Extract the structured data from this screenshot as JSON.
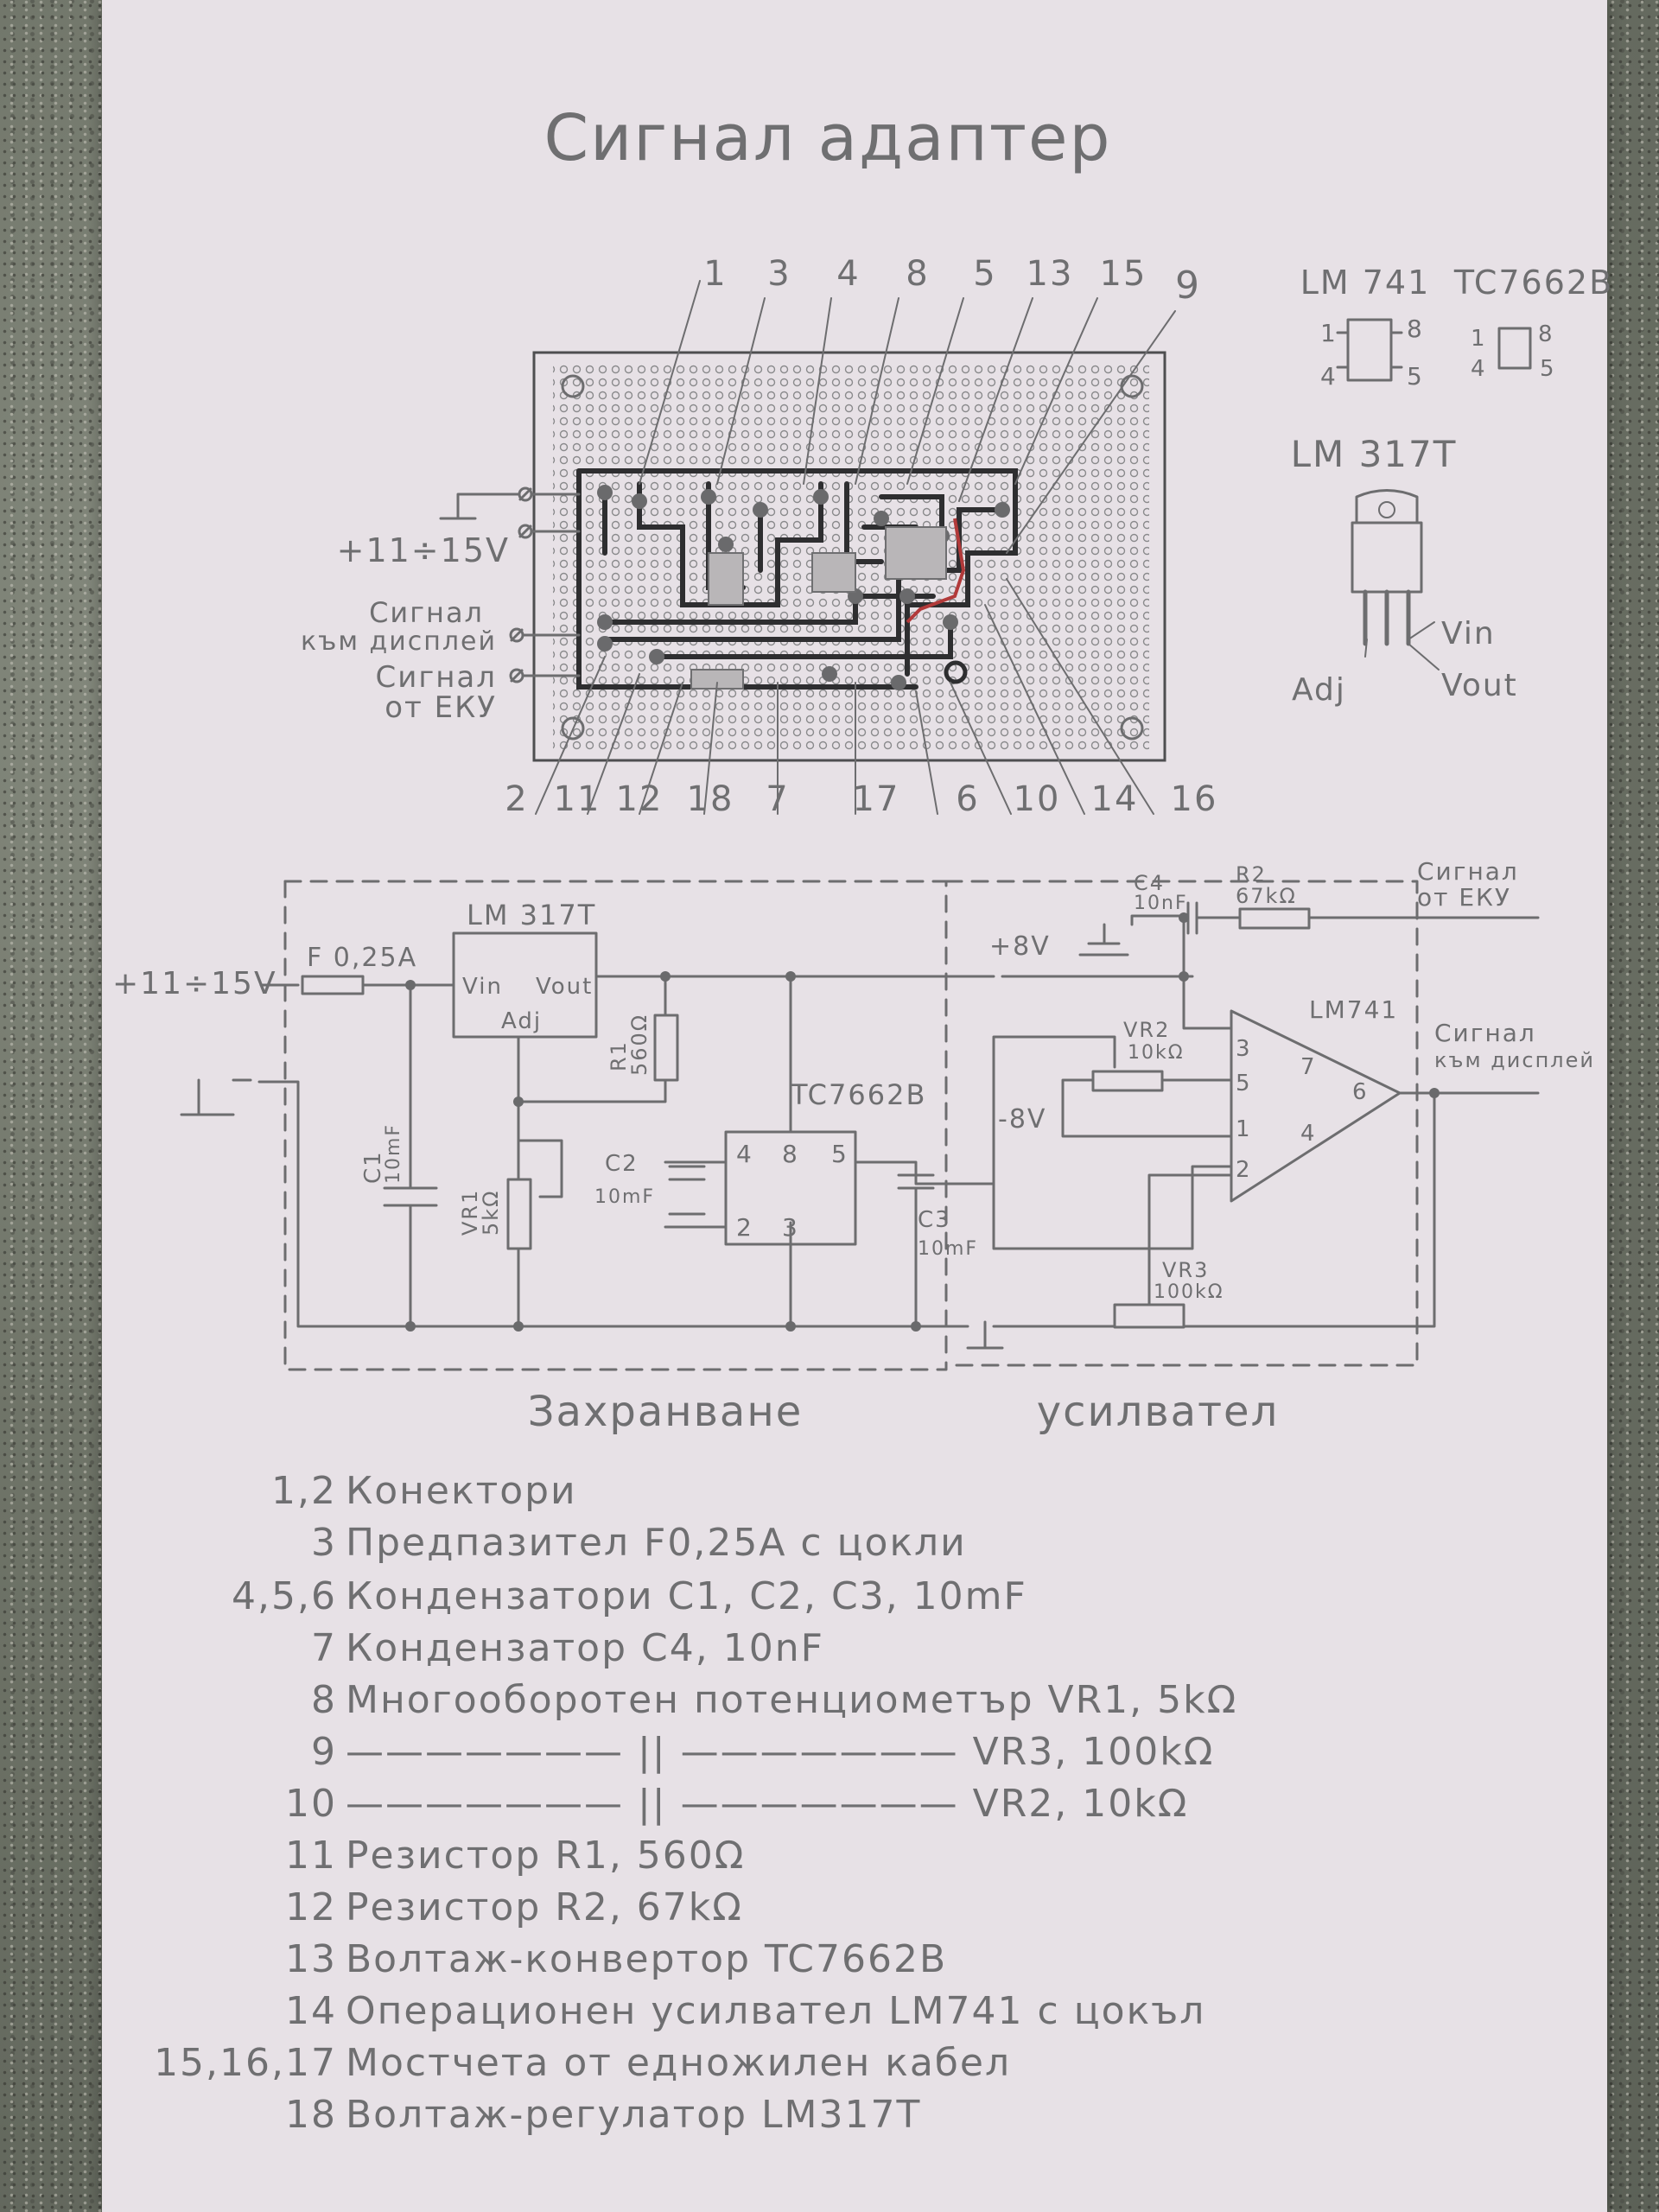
{
  "title": "Сигнал адаптер",
  "pcb": {
    "top_numbers": [
      "1",
      "3",
      "4",
      "8",
      "5",
      "13",
      "15",
      "9"
    ],
    "bottom_numbers": [
      "2",
      "11",
      "12",
      "18",
      "7",
      "17",
      "6",
      "10",
      "14",
      "16"
    ],
    "left_labels": {
      "supply": "+11÷15V",
      "sig_display": [
        "Сигнал",
        "към дисплей"
      ],
      "sig_ecu": [
        "Сигнал",
        "от ЕКУ"
      ]
    }
  },
  "packages": {
    "lm741": {
      "name": "LM 741",
      "pins": [
        "1",
        "4",
        "8",
        "5"
      ]
    },
    "tc7662b": {
      "name": "TC7662B",
      "pins": [
        "1",
        "4",
        "8",
        "5"
      ]
    },
    "lm317t": {
      "name": "LM 317T",
      "labels": [
        "Adj",
        "Vin",
        "Vout"
      ]
    }
  },
  "schematic": {
    "fuse": "F 0,25A",
    "supply_in": "+11÷15V",
    "lm317_name": "LM 317T",
    "lm317_pins": [
      "Vin",
      "Vout",
      "Adj"
    ],
    "r1": [
      "R1",
      "560Ω"
    ],
    "c1": [
      "C1",
      "10mF"
    ],
    "vr1": [
      "VR1",
      "5kΩ"
    ],
    "c2": [
      "C2",
      "10mF"
    ],
    "c3": [
      "C3",
      "10mF"
    ],
    "tc_name": "TC7662B",
    "tc_pins": [
      "4",
      "8",
      "5",
      "2",
      "3"
    ],
    "plus8": "+8V",
    "minus8": "-8V",
    "c4": [
      "C4",
      "10nF"
    ],
    "r2": [
      "R2",
      "67kΩ"
    ],
    "sig_ecu": [
      "Сигнал",
      "от ЕКУ"
    ],
    "opamp_name": "LM741",
    "vr2": [
      "VR2",
      "10kΩ"
    ],
    "vr3": [
      "VR3",
      "100kΩ"
    ],
    "opamp_pins": [
      "3",
      "5",
      "1",
      "2",
      "7",
      "6",
      "4"
    ],
    "sig_display": [
      "Сигнал",
      "към дисплей"
    ],
    "section_power": "Захранване",
    "section_amp": "усилвател"
  },
  "parts_list": [
    {
      "num": "1,2",
      "text": "Конектори"
    },
    {
      "num": "3",
      "text": "Предпазител F0,25A с цокли"
    },
    {
      "num": "4,5,6",
      "text": "Кондензатори C1, C2, C3, 10mF"
    },
    {
      "num": "7",
      "text": "Кондензатор C4, 10nF"
    },
    {
      "num": "8",
      "text": "Многооборотен потенциометър VR1, 5kΩ"
    },
    {
      "num": "9",
      "text": "——————— || ———————   VR3, 100kΩ"
    },
    {
      "num": "10",
      "text": "——————— || ———————   VR2, 10kΩ"
    },
    {
      "num": "11",
      "text": "Резистор R1, 560Ω"
    },
    {
      "num": "12",
      "text": "Резистор R2, 67kΩ"
    },
    {
      "num": "13",
      "text": "Волтаж-конвертор TC7662B"
    },
    {
      "num": "14",
      "text": "Операционен усилвател LM741 с цокъл"
    },
    {
      "num": "15,16,17",
      "text": "Мостчета от едножилен кабел"
    },
    {
      "num": "18",
      "text": "Волтаж-регулатор LM317T"
    }
  ]
}
